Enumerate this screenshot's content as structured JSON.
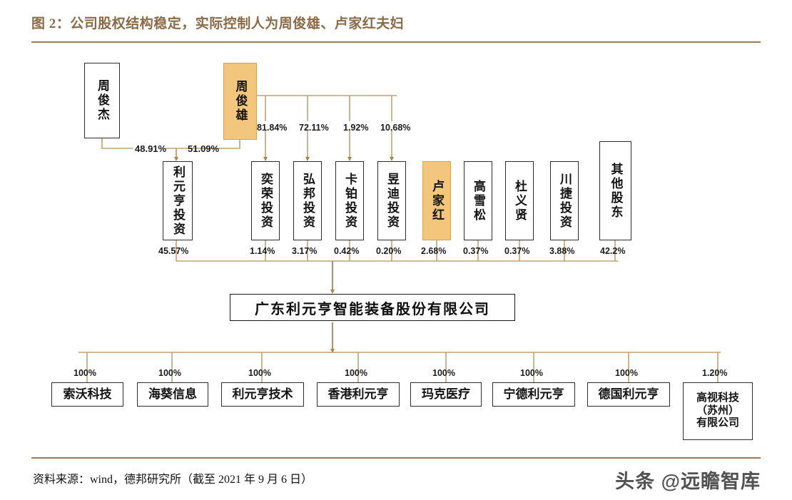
{
  "figure": {
    "title": "图 2：公司股权结构稳定，实际控制人为周俊雄、卢家红夫妇",
    "source": "资料来源：wind，德邦研究所（截至 2021 年 9 月 6 日）",
    "watermark": "头条 @远瞻智库",
    "accent_color": "#F3C67E",
    "rule_color": "#9b7b55",
    "wire_color": "#c2a272"
  },
  "people": {
    "zhou_junjie": {
      "label": "周俊杰",
      "highlight": false
    },
    "zhou_junxiong": {
      "label": "周俊雄",
      "highlight": true
    },
    "lu_jiahong": {
      "label": "卢家红",
      "highlight": true
    }
  },
  "holding_to_liyuanheng_investment": [
    {
      "from": "周俊杰",
      "pct": "48.91%"
    },
    {
      "from": "周俊雄",
      "pct": "51.09%"
    }
  ],
  "zhou_junxiong_holdings": [
    {
      "name": "奕荣投资",
      "pct": "81.84%"
    },
    {
      "name": "弘邦投资",
      "pct": "72.11%"
    },
    {
      "name": "卡铂投资",
      "pct": "1.92%"
    },
    {
      "name": "昱迪投资",
      "pct": "10.68%"
    }
  ],
  "shareholders": [
    {
      "name": "利元亨投资",
      "pct": "45.57%",
      "highlight": false
    },
    {
      "name": "奕荣投资",
      "pct": "1.14%",
      "highlight": false
    },
    {
      "name": "弘邦投资",
      "pct": "3.17%",
      "highlight": false
    },
    {
      "name": "卡铂投资",
      "pct": "0.42%",
      "highlight": false
    },
    {
      "name": "昱迪投资",
      "pct": "0.20%",
      "highlight": false
    },
    {
      "name": "卢家红",
      "pct": "2.68%",
      "highlight": true
    },
    {
      "name": "高雪松",
      "pct": "0.37%",
      "highlight": false
    },
    {
      "name": "杜义贤",
      "pct": "0.37%",
      "highlight": false
    },
    {
      "name": "川捷投资",
      "pct": "3.88%",
      "highlight": false
    },
    {
      "name": "其他股东",
      "pct": "42.2%",
      "highlight": false
    }
  ],
  "company": {
    "name": "广东利元亨智能装备股份有限公司"
  },
  "subsidiaries": [
    {
      "name": "索沃科技",
      "pct": "100%"
    },
    {
      "name": "海葵信息",
      "pct": "100%"
    },
    {
      "name": "利元亨技术",
      "pct": "100%"
    },
    {
      "name": "香港利元亨",
      "pct": "100%"
    },
    {
      "name": "玛克医疗",
      "pct": "100%"
    },
    {
      "name": "宁德利元亨",
      "pct": "100%"
    },
    {
      "name": "德国利元亨",
      "pct": "100%"
    },
    {
      "name": "高视科技\n（苏州）\n有限公司",
      "pct": "1.20%"
    }
  ]
}
